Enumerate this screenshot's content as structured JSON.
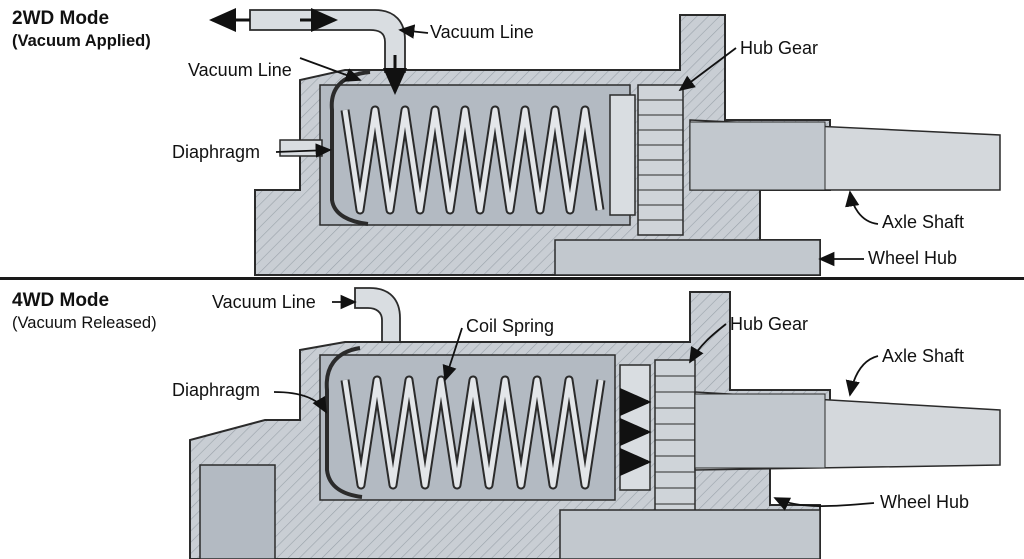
{
  "colors": {
    "housing": "#c9ced4",
    "housing_dark": "#8f979f",
    "cavity": "#b3bac2",
    "spring": "#d9dde1",
    "outline": "#2b2b2b",
    "arrow": "#111111"
  },
  "panels": [
    {
      "title": "2WD Mode",
      "subtitle": "(Vacuum Applied)",
      "labels": {
        "vacuum_line_a": "Vacuum Line",
        "vacuum_line_b": "Vacuum Line",
        "diaphragm": "Diaphragm",
        "hub_gear": "Hub Gear",
        "axle_shaft": "Axle Shaft",
        "wheel_hub": "Wheel Hub"
      }
    },
    {
      "title": "4WD Mode",
      "subtitle": "(Vacuum Released)",
      "labels": {
        "vacuum_line": "Vacuum Line",
        "coil_spring": "Coil Spring",
        "diaphragm": "Diaphragm",
        "hub_gear": "Hub Gear",
        "axle_shaft": "Axle Shaft",
        "wheel_hub": "Wheel Hub"
      }
    }
  ]
}
